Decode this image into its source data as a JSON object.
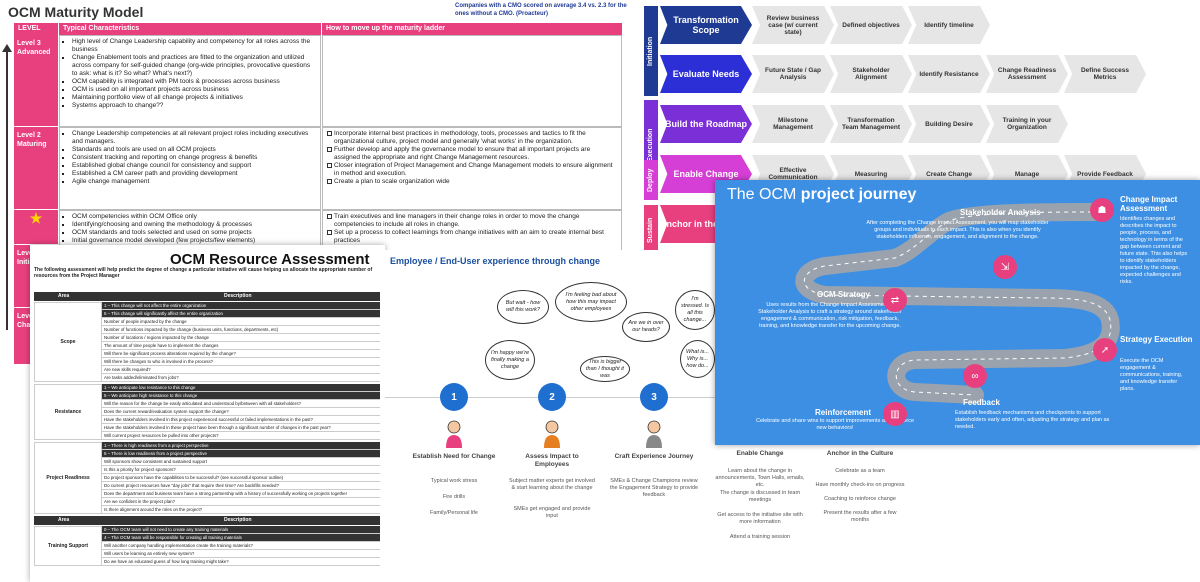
{
  "maturity": {
    "title": "OCM Maturity Model",
    "note": "Companies with a CMO scored on average 3.4 vs. 2.3 for the ones without a CMO. (Proacteur)",
    "headers": [
      "LEVEL",
      "Typical Characteristics",
      "How to move up the maturity ladder"
    ],
    "levels": [
      {
        "label": "Level 3 Advanced",
        "chars": [
          "High level of Change Leadership capability and competency for all roles across the business",
          "Change Enablement tools and practices are fitted to the organization and utilized across company for self-guided change (org-wide principles, provocative questions to ask: what is it? So what? What's next?)",
          "OCM capability is integrated with PM tools & processes across business",
          "OCM is used on all important projects across business",
          "Maintaining portfolio view of all change projects & initiatives",
          "Systems approach to change??"
        ],
        "moves": []
      },
      {
        "label": "Level 2 Maturing",
        "chars": [
          "Change Leadership competencies at all relevant project roles including executives and managers.",
          "Standards and tools are used on all OCM projects",
          "Consistent tracking and reporting on change progress & benefits",
          "Established global change council for consistency and support",
          "Established a CM career path and providing development",
          "Agile change management"
        ],
        "moves": [
          "Incorporate internal best practices in methodology, tools, processes and tactics to fit the organizational culture, project model and generally 'what works' in the organization.",
          "Further develop and apply the governance model to ensure that all important projects are assigned the appropriate and right Change Management resources.",
          "Closer integration of Project Management and Change Management models to ensure alignment in method and execution.",
          "Create a plan to scale organization wide"
        ]
      },
      {
        "label": "★",
        "chars": [
          "OCM competencies within OCM Office only",
          "Identifying/choosing and owning the methodology & processes",
          "OCM standards and tools selected and used on some projects",
          "Initial governance model developed (few projects/few elements)"
        ],
        "moves": [
          "Train executives and line managers in their change roles in order to move the change competencies to include all roles in change.",
          "Set up a process to collect learnings from change initiatives with an aim to create internal best practices"
        ]
      },
      {
        "label": "Level 1 Initial",
        "chars": [],
        "moves": []
      },
      {
        "label": "Level 0 No Change",
        "chars": [],
        "moves": []
      }
    ]
  },
  "process": {
    "rows": [
      {
        "phase": "Initiation",
        "main": "Transformation Scope",
        "color": "#1f3a93",
        "steps": [
          "Review business case (w/ current state)",
          "Defined objectives",
          "Identify timeline"
        ]
      },
      {
        "phase": "",
        "main": "Evaluate Needs",
        "color": "#2d2fd6",
        "steps": [
          "Future State / Gap Analysis",
          "Stakeholder Alignment",
          "Identify Resistance",
          "Change Readiness Assessment",
          "Define Success Metrics"
        ]
      },
      {
        "phase": "Execution",
        "main": "Build the Roadmap",
        "color": "#7b2fd6",
        "steps": [
          "Milestone Management",
          "Transformation Team Management",
          "Building Desire",
          "Training in your Organization"
        ]
      },
      {
        "phase": "Deploy",
        "main": "Enable Change",
        "color": "#d63fd6",
        "steps": [
          "Effective Communication",
          "Measuring",
          "Create Change",
          "Manage",
          "Provide Feedback"
        ]
      },
      {
        "phase": "Sustain",
        "main": "Anchor in the Culture",
        "color": "#e8407e",
        "steps": []
      }
    ]
  },
  "resource": {
    "title": "OCM Resource Assessment",
    "intro": "The following assessment will help predict the degree of change a particular initiative will cause helping us allocate the appropriate number of resources from the Project Manager",
    "col_area": "Area",
    "col_desc": "Description",
    "groups": [
      {
        "area": "Scope",
        "rows": [
          {
            "t": "1 – This change will not affect the entire organization",
            "d": true
          },
          {
            "t": "5 – This change will significantly affect the entire organization",
            "d": true
          },
          {
            "t": "Number of people impacted by the change",
            "d": false
          },
          {
            "t": "Number of functions impacted by the change (business units, functions, departments, etc)",
            "d": false
          },
          {
            "t": "Number of locations / regions impacted by the change",
            "d": false
          },
          {
            "t": "The amount of time people have to implement the changes",
            "d": false
          },
          {
            "t": "Will there be significant process alterations required by the change?",
            "d": false
          },
          {
            "t": "Will there be changes to who is involved in the process?",
            "d": false
          },
          {
            "t": "Are new skills required?",
            "d": false
          },
          {
            "t": "Are tasks added/eliminated from jobs?",
            "d": false
          }
        ]
      },
      {
        "area": "Resistance",
        "rows": [
          {
            "t": "1 – We anticipate low resistance to this change",
            "d": true
          },
          {
            "t": "5 – We anticipate high resistance to this change",
            "d": true
          },
          {
            "t": "Will the reason for the change be easily articulated and understood by/between with all stakeholders?",
            "d": false
          },
          {
            "t": "Does the current reward/evaluation system support the change?",
            "d": false
          },
          {
            "t": "Have the stakeholders involved in this project experienced successful or failed implementations in the past?",
            "d": false
          },
          {
            "t": "Have the stakeholders involved in these project have been through a significant number of changes in the past year?",
            "d": false
          },
          {
            "t": "Will current project resources be pulled into other projects?",
            "d": false
          }
        ]
      },
      {
        "area": "Project Readiness",
        "rows": [
          {
            "t": "1 – There is high readiness from a project perspective",
            "d": true
          },
          {
            "t": "5 – There is low readiness from a project perspective",
            "d": true
          },
          {
            "t": "Will sponsors show consistent and sustained support",
            "d": false
          },
          {
            "t": "Is this a priority for project sponsors?",
            "d": false
          },
          {
            "t": "Do project sponsors have the capabilities to be successful? (see successful sponsor outline)",
            "d": false
          },
          {
            "t": "Do current project resources have \"day jobs\" that require their time? Are backfills needed?",
            "d": false
          },
          {
            "t": "Does the department and business team have a strong partnership with a history of successfully working on projects together",
            "d": false
          },
          {
            "t": "Are we confident in the project plan?",
            "d": false
          },
          {
            "t": "Is there alignment around the roles on the project?",
            "d": false
          }
        ]
      },
      {
        "area": "Training Support",
        "rows": [
          {
            "t": "0 – The OCM team will not need to create any training materials",
            "d": true
          },
          {
            "t": "4 – The OCM team will be responsible for creating all training materials",
            "d": true
          },
          {
            "t": "Will another company handling implementation create the training materials?",
            "d": false
          },
          {
            "t": "Will users be learning an entirely new system?",
            "d": false
          },
          {
            "t": "Do we have an educated guess of how long training might take?",
            "d": false
          }
        ]
      }
    ]
  },
  "employee": {
    "title": "Employee / End-User experience through change",
    "bubbles": [
      "But wait - how will this work?",
      "I'm feeling bad about how this may impact other employees",
      "Are we in over our heads?",
      "I'm happy we're finally making a change",
      "This is bigger than I thought it was",
      "I'm stressed. Is all this change...",
      "What is... Why is... how do..."
    ],
    "steps": [
      {
        "num": "1",
        "label": "Establish Need for Change",
        "desc": [
          "Typical work stress",
          "Fire drills",
          "Family/Personal life"
        ]
      },
      {
        "num": "2",
        "label": "Assess Impact to Employees",
        "desc": [
          "Subject matter experts get involved & start learning about the change",
          "SMEs get engaged and provide input"
        ]
      },
      {
        "num": "3",
        "label": "Craft Experience Journey",
        "desc": [
          "SMEs & Change Champions review the Engagement Strategy to provide feedback"
        ]
      }
    ],
    "lower": [
      {
        "label": "Enable Change",
        "desc": [
          "Learn about the change in announcements, Town Halls, emails, etc.",
          "The change is discussed in team meetings",
          "Get access to the initiative site with more information",
          "Attend a training session"
        ]
      },
      {
        "label": "Anchor in the Culture",
        "desc": [
          "Celebrate as a team",
          "Have monthly check-ins on progress",
          "Coaching to reinforce change",
          "Present the results after a few months"
        ]
      }
    ]
  },
  "journey": {
    "title_plain": "The OCM ",
    "title_bold": "project journey",
    "items": [
      {
        "head": "Stakeholder Analysis",
        "text": "After completing the Change Impact Assessment, you will map stakeholder groups and individuals to each impact. This is also when you identify stakeholders influence, engagement, and alignment to the change."
      },
      {
        "head": "Change Impact Assessment",
        "text": "Identifies changes and describes the impact to people, process, and technology in terms of the gap between current and future state. This also helps to identify stakeholders impacted by the change, expected challenges and risks."
      },
      {
        "head": "OCM Strategy",
        "text": "Uses results from the Change Impact Assessment & Stakeholder Analysis to craft a strategy around stakeholder engagement & communication, risk mitigation, feedback, training, and knowledge transfer for the upcoming change."
      },
      {
        "head": "Strategy Execution",
        "text": "Execute the OCM engagement & communications, training, and knowledge transfer plans."
      },
      {
        "head": "Reinforcement",
        "text": "Celebrate and share wins to support improvements and reinforce new behaviors!"
      },
      {
        "head": "Feedback",
        "text": "Establish feedback mechanisms and checkpoints to support stakeholders early and often, adjusting the strategy and plan as needed."
      }
    ]
  }
}
